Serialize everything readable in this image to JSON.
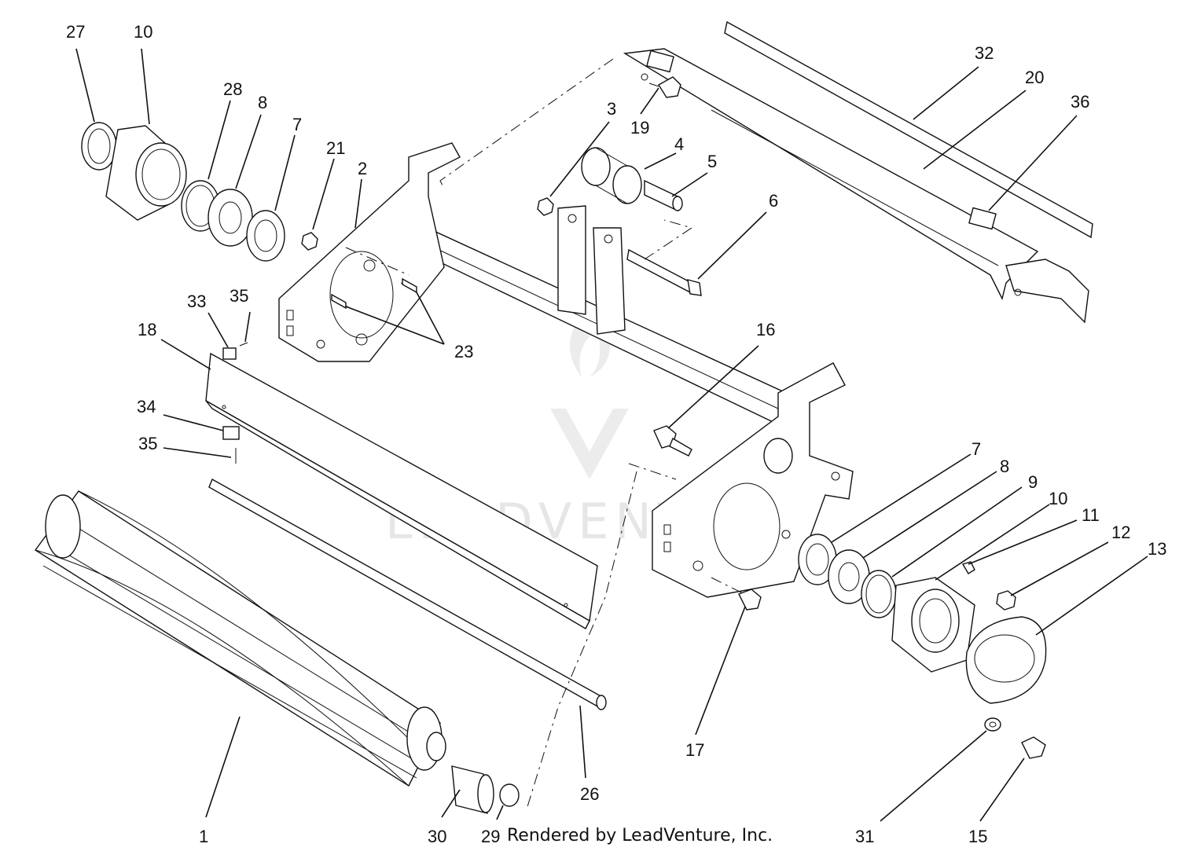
{
  "footer": "Rendered by LeadVenture, Inc.",
  "watermark": "LEADVENTURE",
  "callouts": [
    {
      "id": "c27",
      "text": "27"
    },
    {
      "id": "c10a",
      "text": "10"
    },
    {
      "id": "c28",
      "text": "28"
    },
    {
      "id": "c8a",
      "text": "8"
    },
    {
      "id": "c7a",
      "text": "7"
    },
    {
      "id": "c21",
      "text": "21"
    },
    {
      "id": "c2",
      "text": "2"
    },
    {
      "id": "c3",
      "text": "3"
    },
    {
      "id": "c19",
      "text": "19"
    },
    {
      "id": "c4",
      "text": "4"
    },
    {
      "id": "c5",
      "text": "5"
    },
    {
      "id": "c6",
      "text": "6"
    },
    {
      "id": "c32",
      "text": "32"
    },
    {
      "id": "c20",
      "text": "20"
    },
    {
      "id": "c36",
      "text": "36"
    },
    {
      "id": "c33",
      "text": "33"
    },
    {
      "id": "c35a",
      "text": "35"
    },
    {
      "id": "c18",
      "text": "18"
    },
    {
      "id": "c23",
      "text": "23"
    },
    {
      "id": "c16",
      "text": "16"
    },
    {
      "id": "c34",
      "text": "34"
    },
    {
      "id": "c35b",
      "text": "35"
    },
    {
      "id": "c7b",
      "text": "7"
    },
    {
      "id": "c8b",
      "text": "8"
    },
    {
      "id": "c9",
      "text": "9"
    },
    {
      "id": "c10b",
      "text": "10"
    },
    {
      "id": "c11",
      "text": "11"
    },
    {
      "id": "c12",
      "text": "12"
    },
    {
      "id": "c13",
      "text": "13"
    },
    {
      "id": "c17",
      "text": "17"
    },
    {
      "id": "c1",
      "text": "1"
    },
    {
      "id": "c26",
      "text": "26"
    },
    {
      "id": "c30",
      "text": "30"
    },
    {
      "id": "c29",
      "text": "29"
    },
    {
      "id": "c31",
      "text": "31"
    },
    {
      "id": "c15",
      "text": "15"
    }
  ]
}
